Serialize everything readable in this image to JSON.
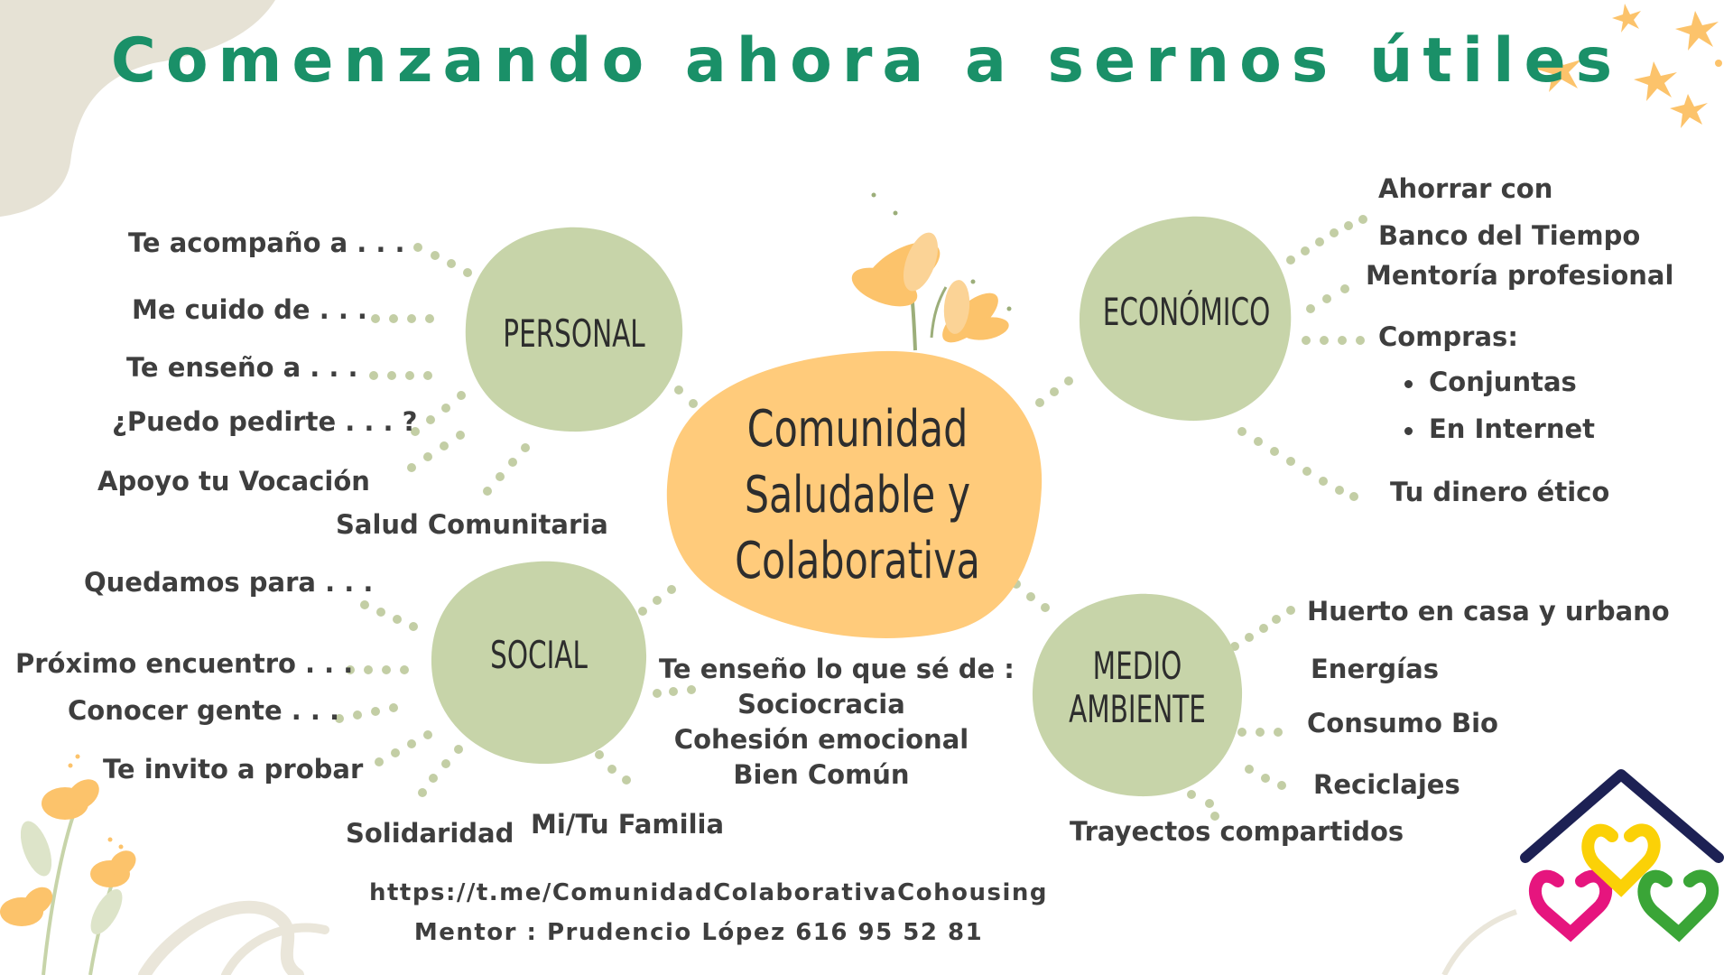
{
  "title": "Comenzando ahora a sernos útiles",
  "colors": {
    "title": "#1a9068",
    "hub_fill": "#c7d4a9",
    "center_fill": "#ffcb7b",
    "dots": "#c3cea5",
    "text": "#3e3e3e",
    "flower": "#fcc36b",
    "logo_roof": "#1d2154",
    "logo_pink": "#e6157e",
    "logo_yellow": "#fbd107",
    "logo_green": "#3aa537"
  },
  "center": {
    "line1": "Comunidad",
    "line2": "Saludable y",
    "line3": "Colaborativa"
  },
  "hubs": {
    "personal": "PERSONAL",
    "economico": "ECONÓMICO",
    "social": "SOCIAL",
    "medio_line1": "MEDIO",
    "medio_line2": "AMBIENTE"
  },
  "personal": {
    "items": [
      "Te acompaño a . . .",
      "Me cuido de . . .",
      "Te enseño a . . .",
      "¿Puedo pedirte . . . ?",
      "Apoyo tu Vocación",
      "Salud Comunitaria"
    ]
  },
  "economico": {
    "ahorrar_line1": "Ahorrar con",
    "ahorrar_line2": "Banco del Tiempo",
    "mentoria": "Mentoría profesional",
    "compras": "Compras:",
    "compras_items": [
      "Conjuntas",
      "En Internet"
    ],
    "dinero": "Tu dinero ético"
  },
  "social": {
    "items": [
      "Quedamos para . . .",
      "Próximo encuentro . . .",
      "Conocer gente . . .",
      "Te invito a  probar",
      "Solidaridad",
      "Mi/Tu Familia"
    ]
  },
  "ensenanza": {
    "intro": "Te enseño lo que sé de :",
    "items": [
      "Sociocracia",
      "Cohesión emocional",
      "Bien Común"
    ]
  },
  "medio": {
    "items": [
      "Huerto en casa y urbano",
      "Energías",
      "Consumo Bio",
      "Reciclajes",
      "Trayectos compartidos"
    ]
  },
  "footer": {
    "link": "https://t.me/ComunidadColaborativaCohousing",
    "mentor": "Mentor : Prudencio López 616 95 52 81"
  }
}
